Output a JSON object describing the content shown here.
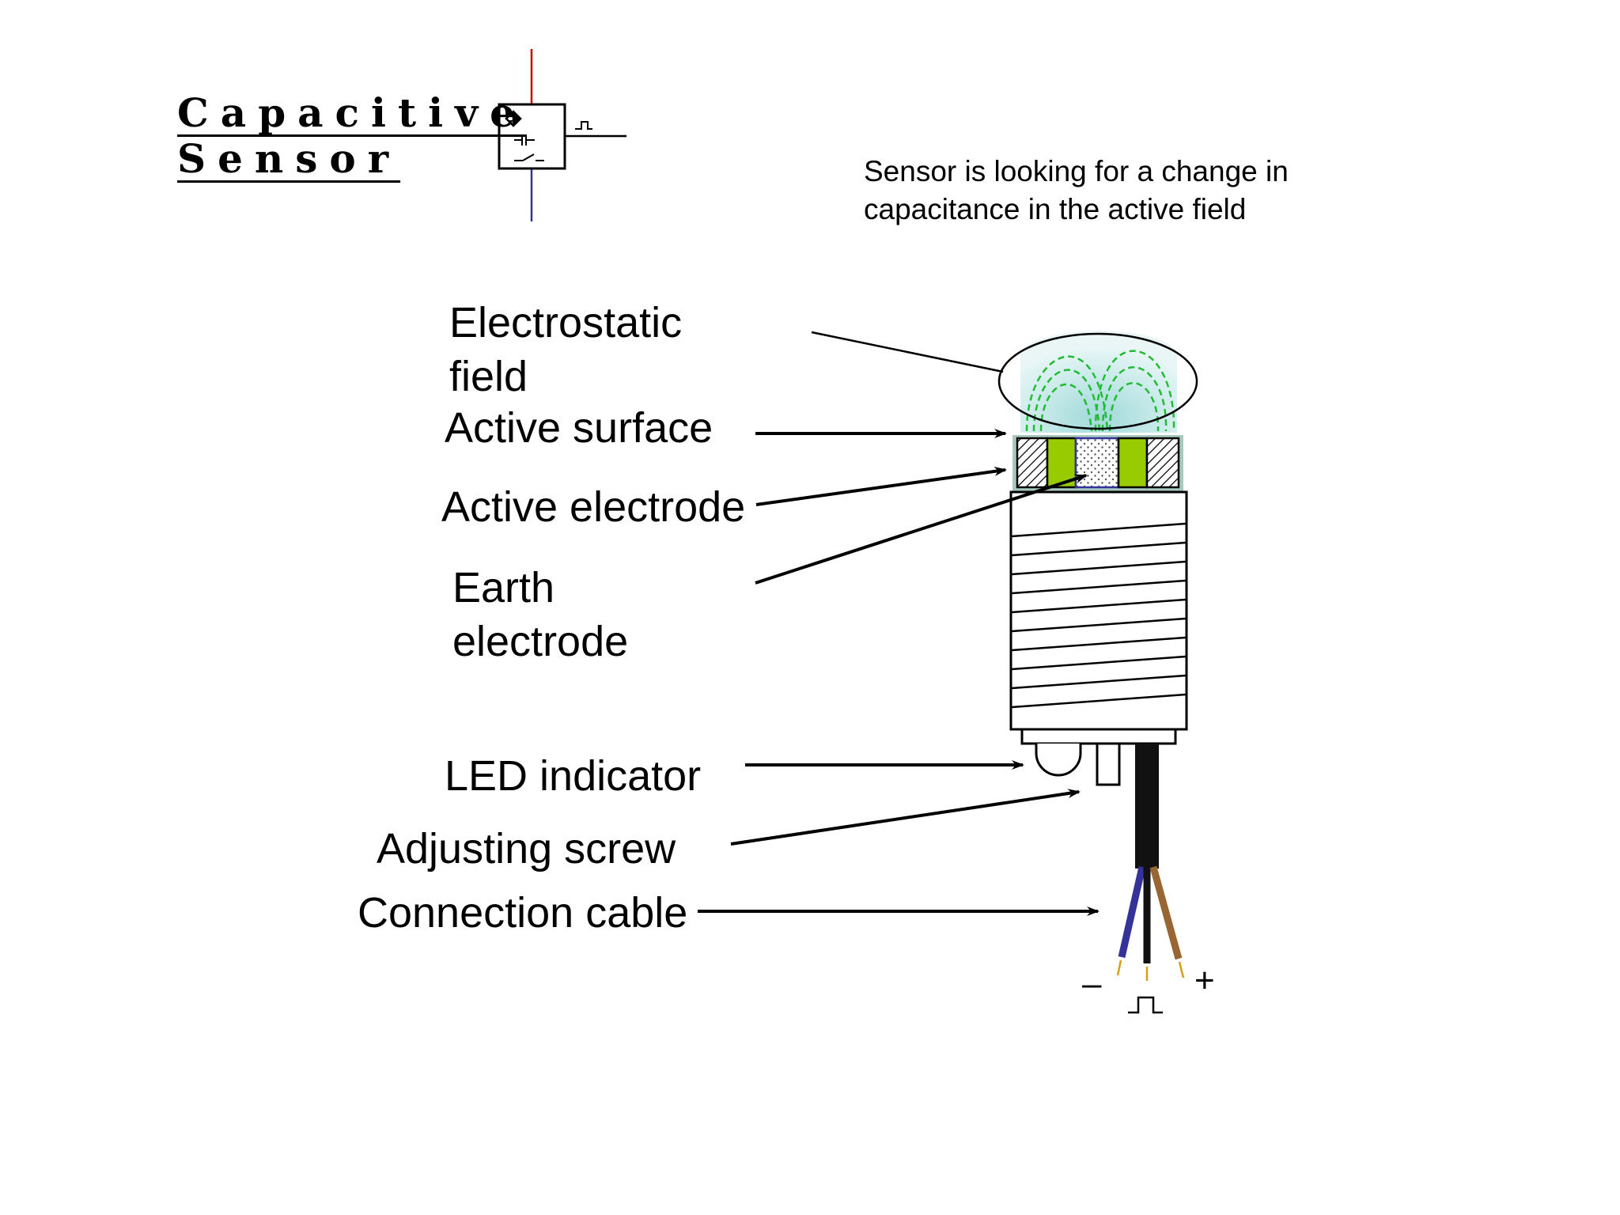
{
  "title": {
    "line1": "Capacitive",
    "line2": "Sensor"
  },
  "note": {
    "line1": "Sensor is looking for a change in",
    "line2": "capacitance in the active field"
  },
  "labels": {
    "electrostatic_field_1": "Electrostatic",
    "electrostatic_field_2": "field",
    "active_surface": "Active surface",
    "active_electrode": "Active electrode",
    "earth_electrode_1": "Earth",
    "earth_electrode_2": "electrode",
    "led_indicator": "LED indicator",
    "adjusting_screw": "Adjusting screw",
    "connection_cable": "Connection cable"
  },
  "terminals": {
    "minus": "–",
    "plus": "+"
  },
  "colors": {
    "field_lines": "#22bb33",
    "field_glow": "#aee0e0",
    "electrode_green": "#99cc00",
    "wire_blue": "#333399",
    "wire_brown": "#996633",
    "wire_tip": "#d4a017",
    "symbol_red": "#cc0000",
    "symbol_blue": "#333399"
  }
}
